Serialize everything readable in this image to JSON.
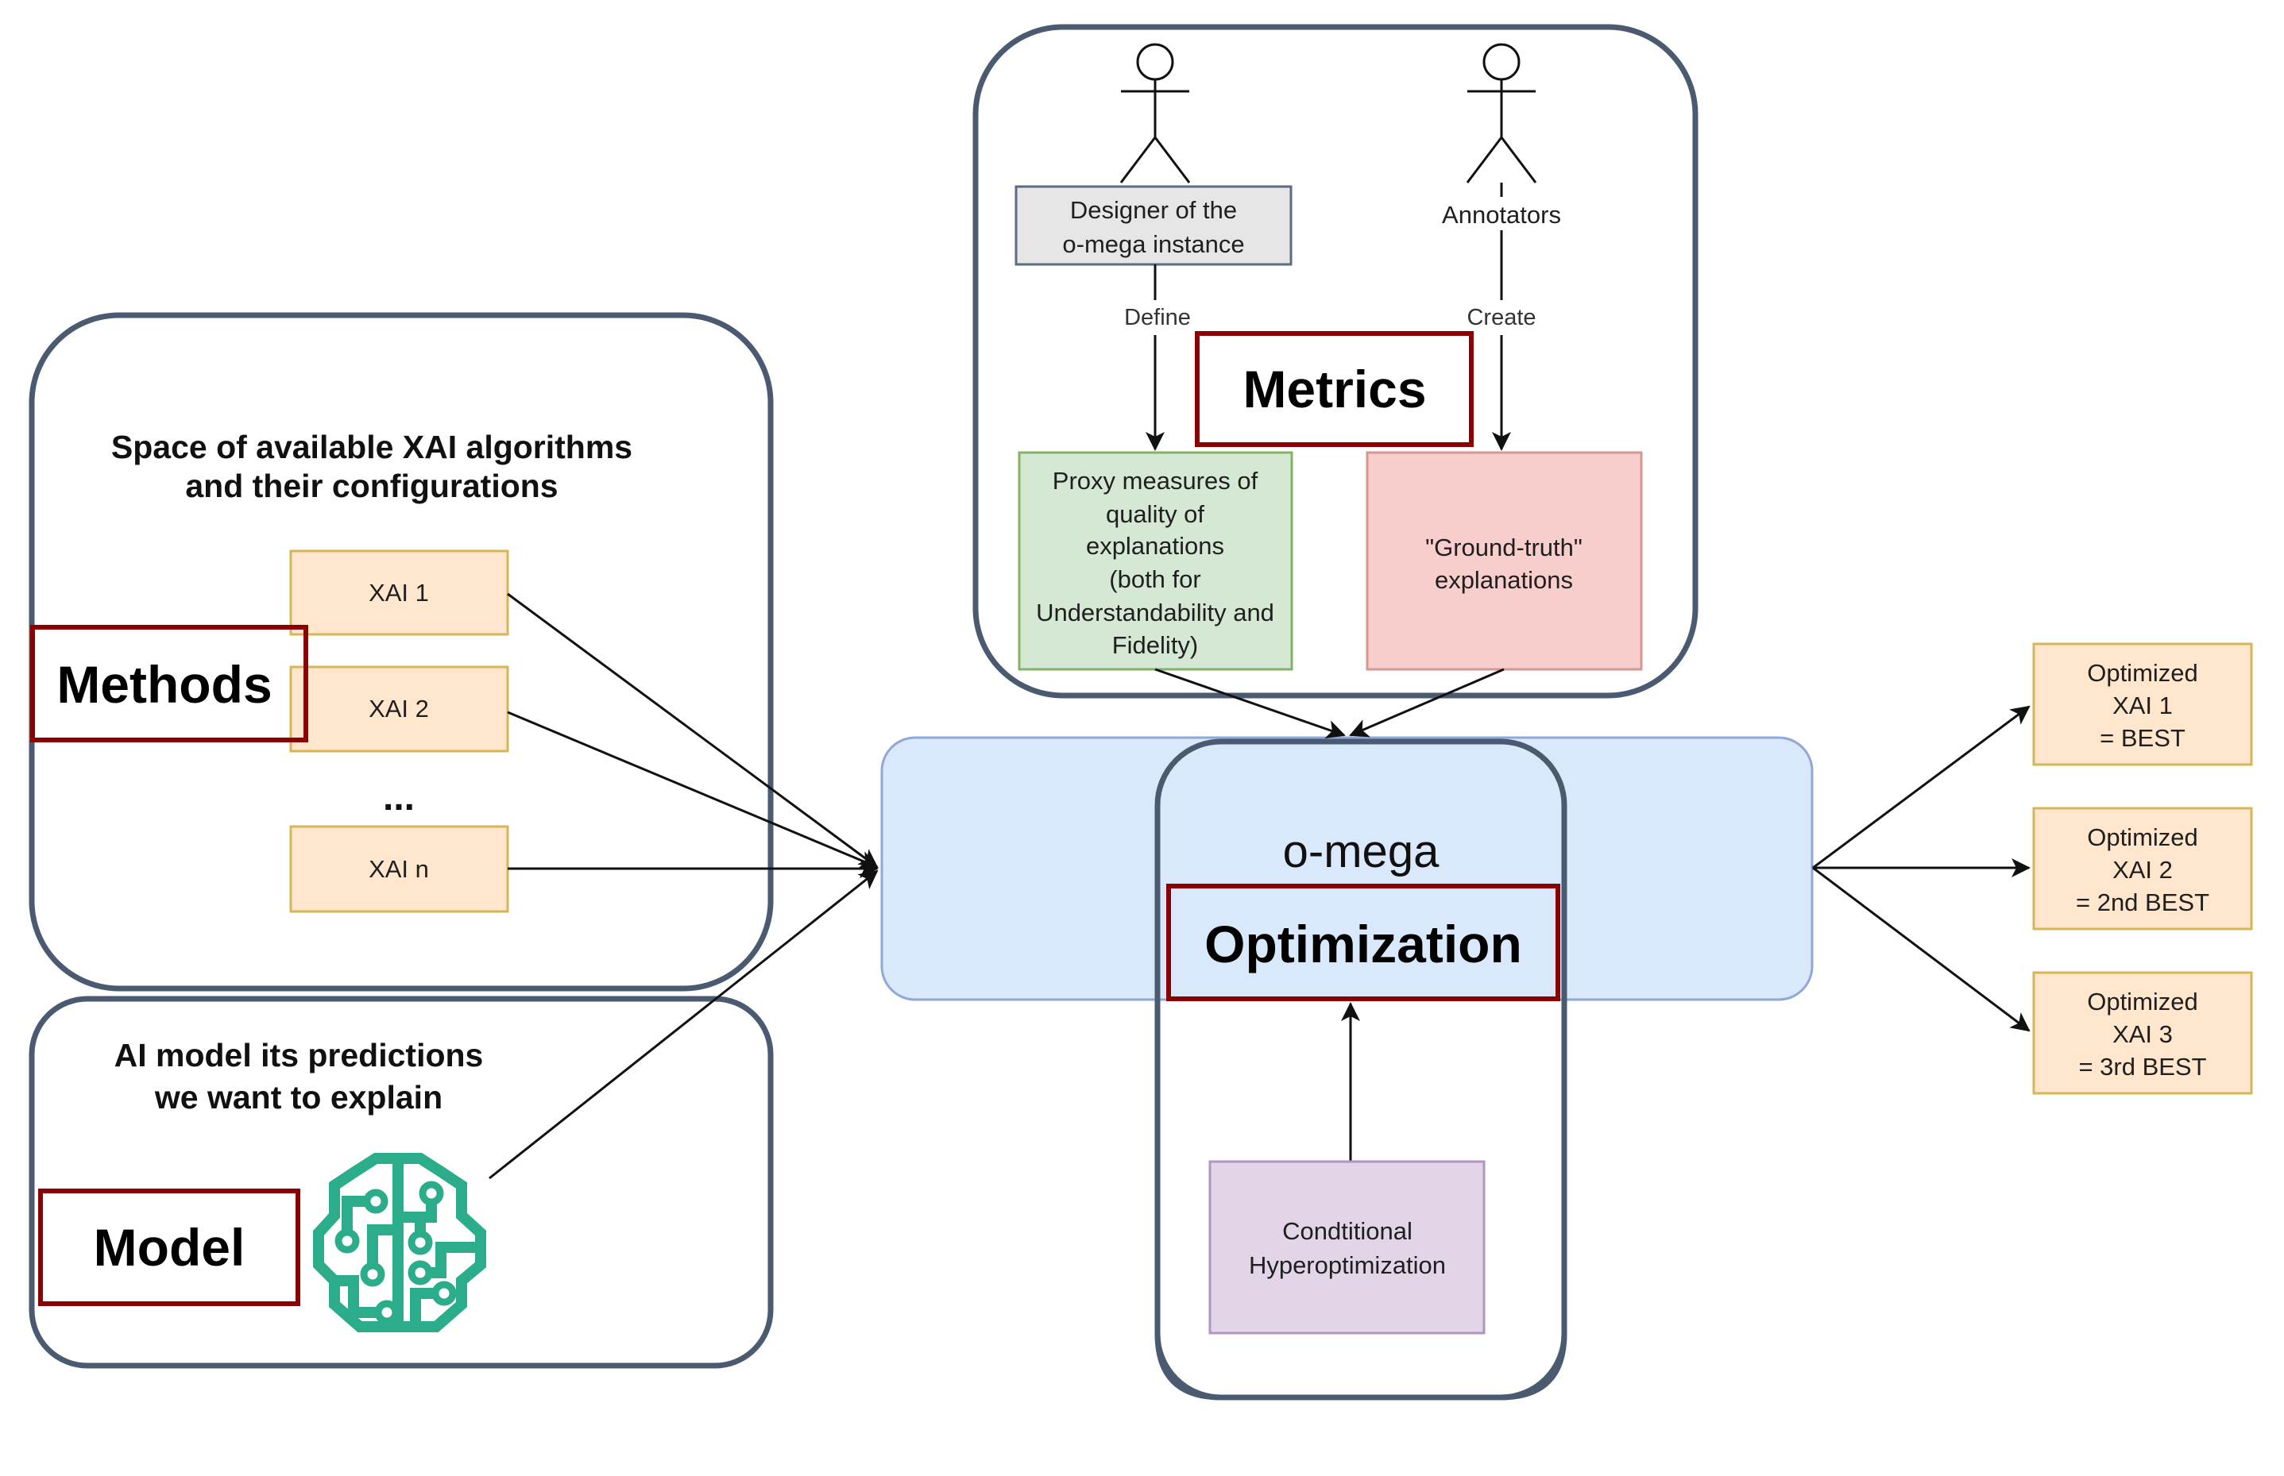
{
  "diagram": {
    "colors": {
      "container_stroke": "#4a5a70",
      "label_red": "#8b0000",
      "xai_fill": "#ffe6cc",
      "xai_stroke": "#d6b656",
      "proxy_fill": "#d5e8d4",
      "groundtruth_fill": "#f8cecc",
      "omega_fill": "#dae8fc",
      "hyperopt_fill": "#e1d5e7",
      "brain_icon": "#2bac8a"
    },
    "methods": {
      "title_lines": [
        "Space of available XAI algorithms",
        "and their configurations"
      ],
      "label": "Methods",
      "xai_items": [
        "XAI 1",
        "XAI 2",
        "XAI n"
      ],
      "ellipsis": "..."
    },
    "model": {
      "title_lines": [
        "AI model its predictions",
        "we want to explain"
      ],
      "label": "Model",
      "icon": "brain-circuit-icon"
    },
    "metrics": {
      "label": "Metrics",
      "designer_actor": {
        "icon": "actor-icon",
        "label_lines": [
          "Designer of the",
          "o-mega instance"
        ],
        "edge_label": "Define"
      },
      "annotator_actor": {
        "icon": "actor-icon",
        "label": "Annotators",
        "edge_label": "Create"
      },
      "proxy_box_lines": [
        "Proxy measures of",
        "quality of",
        "explanations",
        "(both for",
        "Understandability and",
        "Fidelity)"
      ],
      "groundtruth_box_lines": [
        "\"Ground-truth\"",
        "explanations"
      ]
    },
    "omega": {
      "title": "o-mega",
      "label": "Optimization",
      "hyperopt_lines": [
        "Condtitional",
        "Hyperoptimization"
      ]
    },
    "outputs": [
      {
        "lines": [
          "Optimized",
          "XAI 1",
          "= BEST"
        ]
      },
      {
        "lines": [
          "Optimized",
          "XAI 2",
          "= 2nd BEST"
        ]
      },
      {
        "lines": [
          "Optimized",
          "XAI 3",
          "= 3rd BEST"
        ]
      }
    ]
  }
}
